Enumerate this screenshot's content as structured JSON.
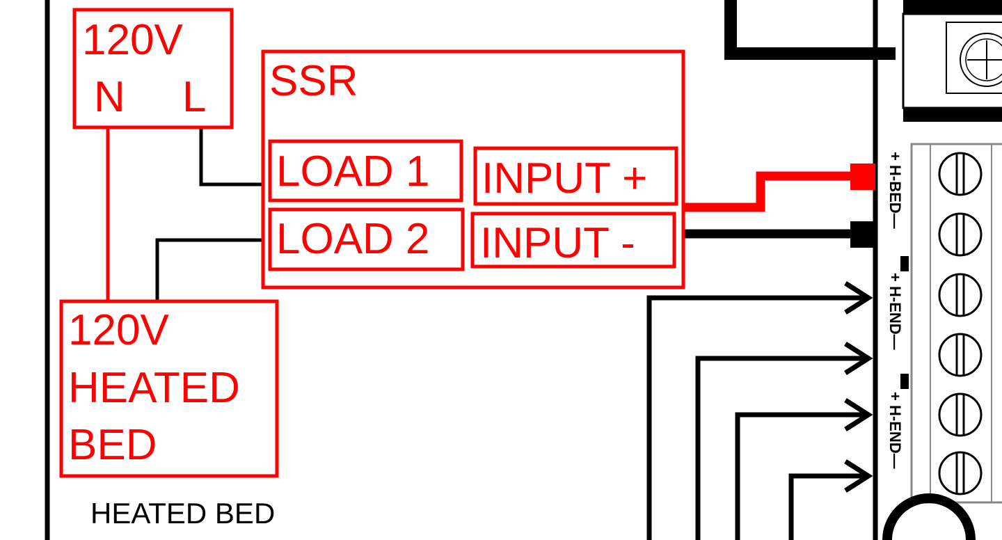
{
  "colors": {
    "accent": "#ff0000",
    "wire_black": "#000000",
    "terminal_gray": "#888888",
    "background": "#ffffff"
  },
  "supply_box": {
    "voltage": "120V",
    "neutral": "N",
    "line": "L"
  },
  "ssr": {
    "title": "SSR",
    "load1": "LOAD 1",
    "load2": "LOAD 2",
    "input_plus": "INPUT +",
    "input_minus": "INPUT -"
  },
  "bed_box": {
    "line1": "120V",
    "line2": "HEATED",
    "line3": "BED"
  },
  "caption": "HEATED BED",
  "terminals": [
    {
      "plus": "+",
      "name": "H-BED",
      "minus": "—"
    },
    {
      "plus": "+",
      "name": "H-END",
      "minus": "—"
    },
    {
      "plus": "+",
      "name": "H-END",
      "minus": "—"
    }
  ],
  "icons": [
    "screw-icon",
    "arrow-icon"
  ]
}
